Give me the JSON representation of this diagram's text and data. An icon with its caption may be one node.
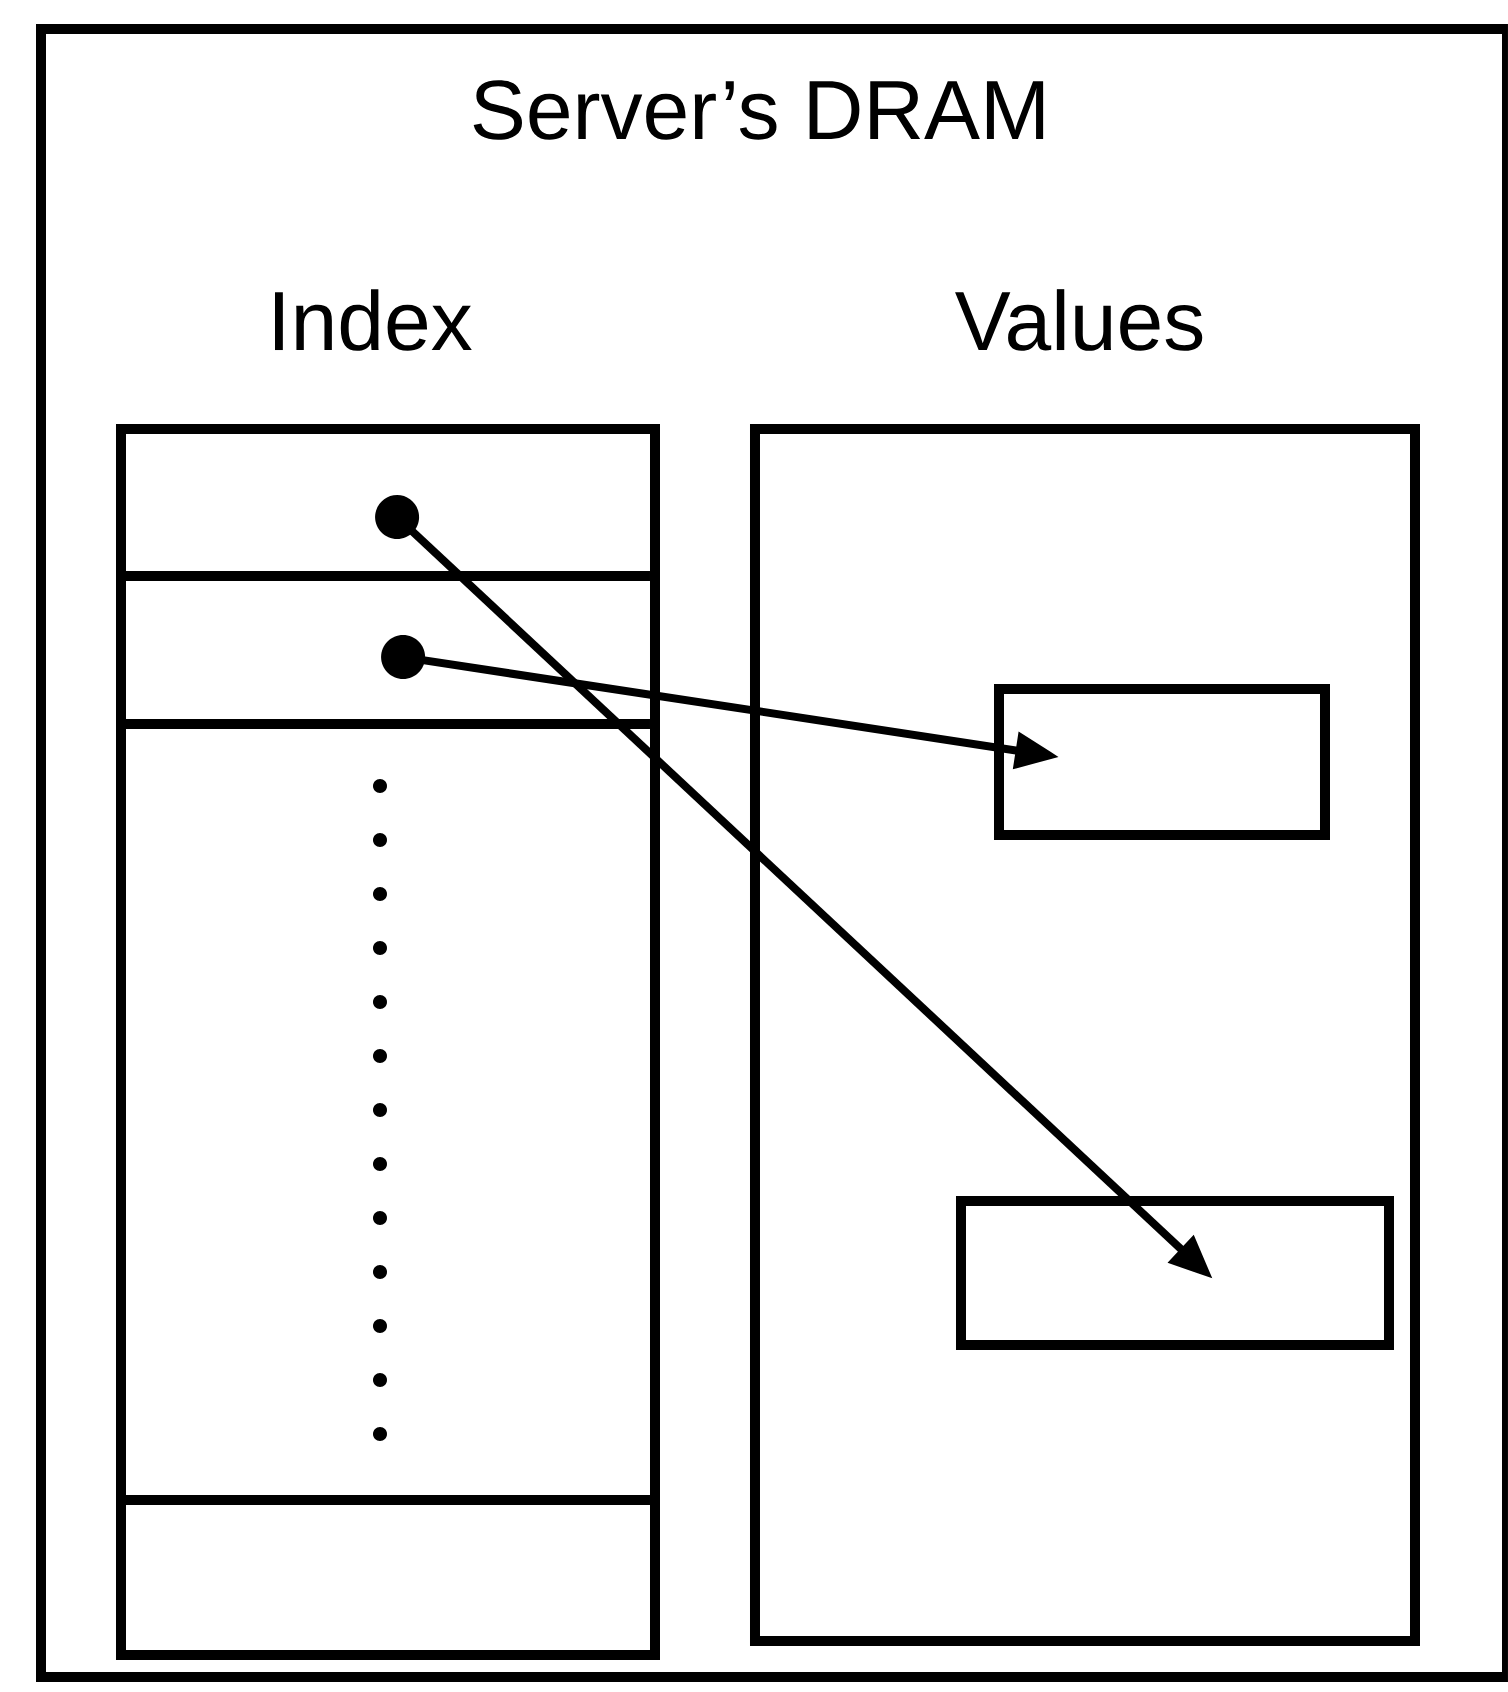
{
  "diagram": {
    "nodes": [
      {
        "text": [
          "Server’s DRAM"
        ]
      },
      {
        "text": [
          "Index"
        ],
        "in": 0
      },
      {
        "text": [
          "Values"
        ],
        "in": 0
      },
      {
        "text": [],
        "shape": "circle",
        "in": 1
      },
      {
        "text": [],
        "shape": "circle",
        "in": 1
      },
      {
        "text": [],
        "shape": "box",
        "in": 2
      },
      {
        "text": [],
        "shape": "box",
        "in": 2
      }
    ],
    "edges": [
      {
        "from": 3,
        "to": 6,
        "arrow": "to"
      },
      {
        "from": 4,
        "to": 5,
        "arrow": "to"
      }
    ]
  }
}
